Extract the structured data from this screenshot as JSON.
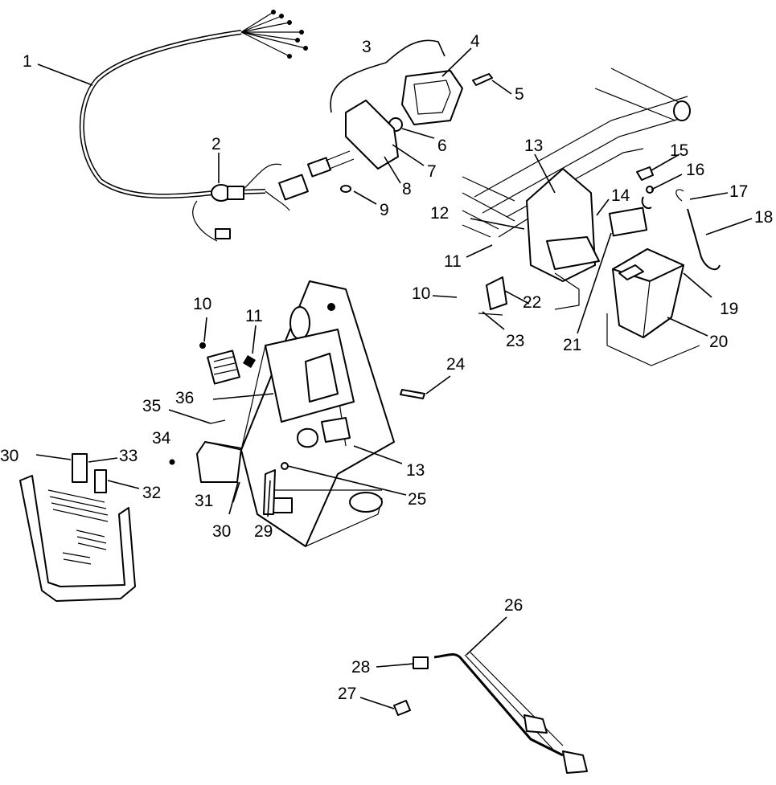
{
  "callouts": {
    "c1": "1",
    "c2": "2",
    "c3": "3",
    "c4": "4",
    "c5": "5",
    "c6": "6",
    "c7": "7",
    "c8": "8",
    "c9": "9",
    "c10a": "10",
    "c10b": "10",
    "c11a": "11",
    "c11b": "11",
    "c12": "12",
    "c13a": "13",
    "c13b": "13",
    "c14": "14",
    "c15": "15",
    "c16": "16",
    "c17": "17",
    "c18": "18",
    "c19": "19",
    "c20": "20",
    "c21": "21",
    "c22": "22",
    "c23": "23",
    "c24": "24",
    "c25": "25",
    "c26": "26",
    "c27": "27",
    "c28": "28",
    "c29": "29",
    "c30a": "30",
    "c30b": "30",
    "c31": "31",
    "c32": "32",
    "c33": "33",
    "c34": "34",
    "c35": "35",
    "c36": "36"
  }
}
